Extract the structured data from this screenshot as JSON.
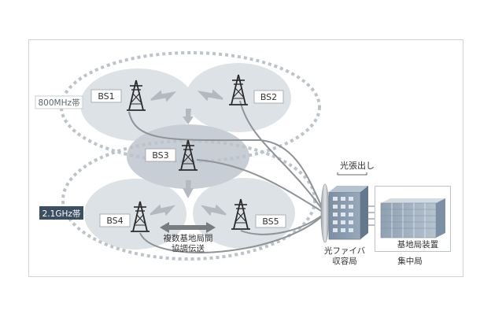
{
  "bands": {
    "band_800": "800MHz帯",
    "band_21": "2.1GHz帯"
  },
  "stations": {
    "bs1": "BS1",
    "bs2": "BS2",
    "bs3": "BS3",
    "bs4": "BS4",
    "bs5": "BS5"
  },
  "labels": {
    "coordination_line1": "複数基地局間",
    "coordination_line2": "協調伝送",
    "fiber_extension": "光張出し",
    "fiber_office_line1": "光ファイバ",
    "fiber_office_line2": "収容局",
    "base_station_equipment": "基地局装置",
    "central_office": "集中局"
  },
  "colors": {
    "cell_fill": "#dde2e6",
    "cell_center_fill": "#c5ccd3",
    "dotted_ring": "#bcc3c9",
    "band_tag_fill": "#3c4f62",
    "tower": "#2b2b2b",
    "fiber": "#8e9399",
    "signal_bolt": "#b0b6bc",
    "arrow": "#777c81"
  }
}
